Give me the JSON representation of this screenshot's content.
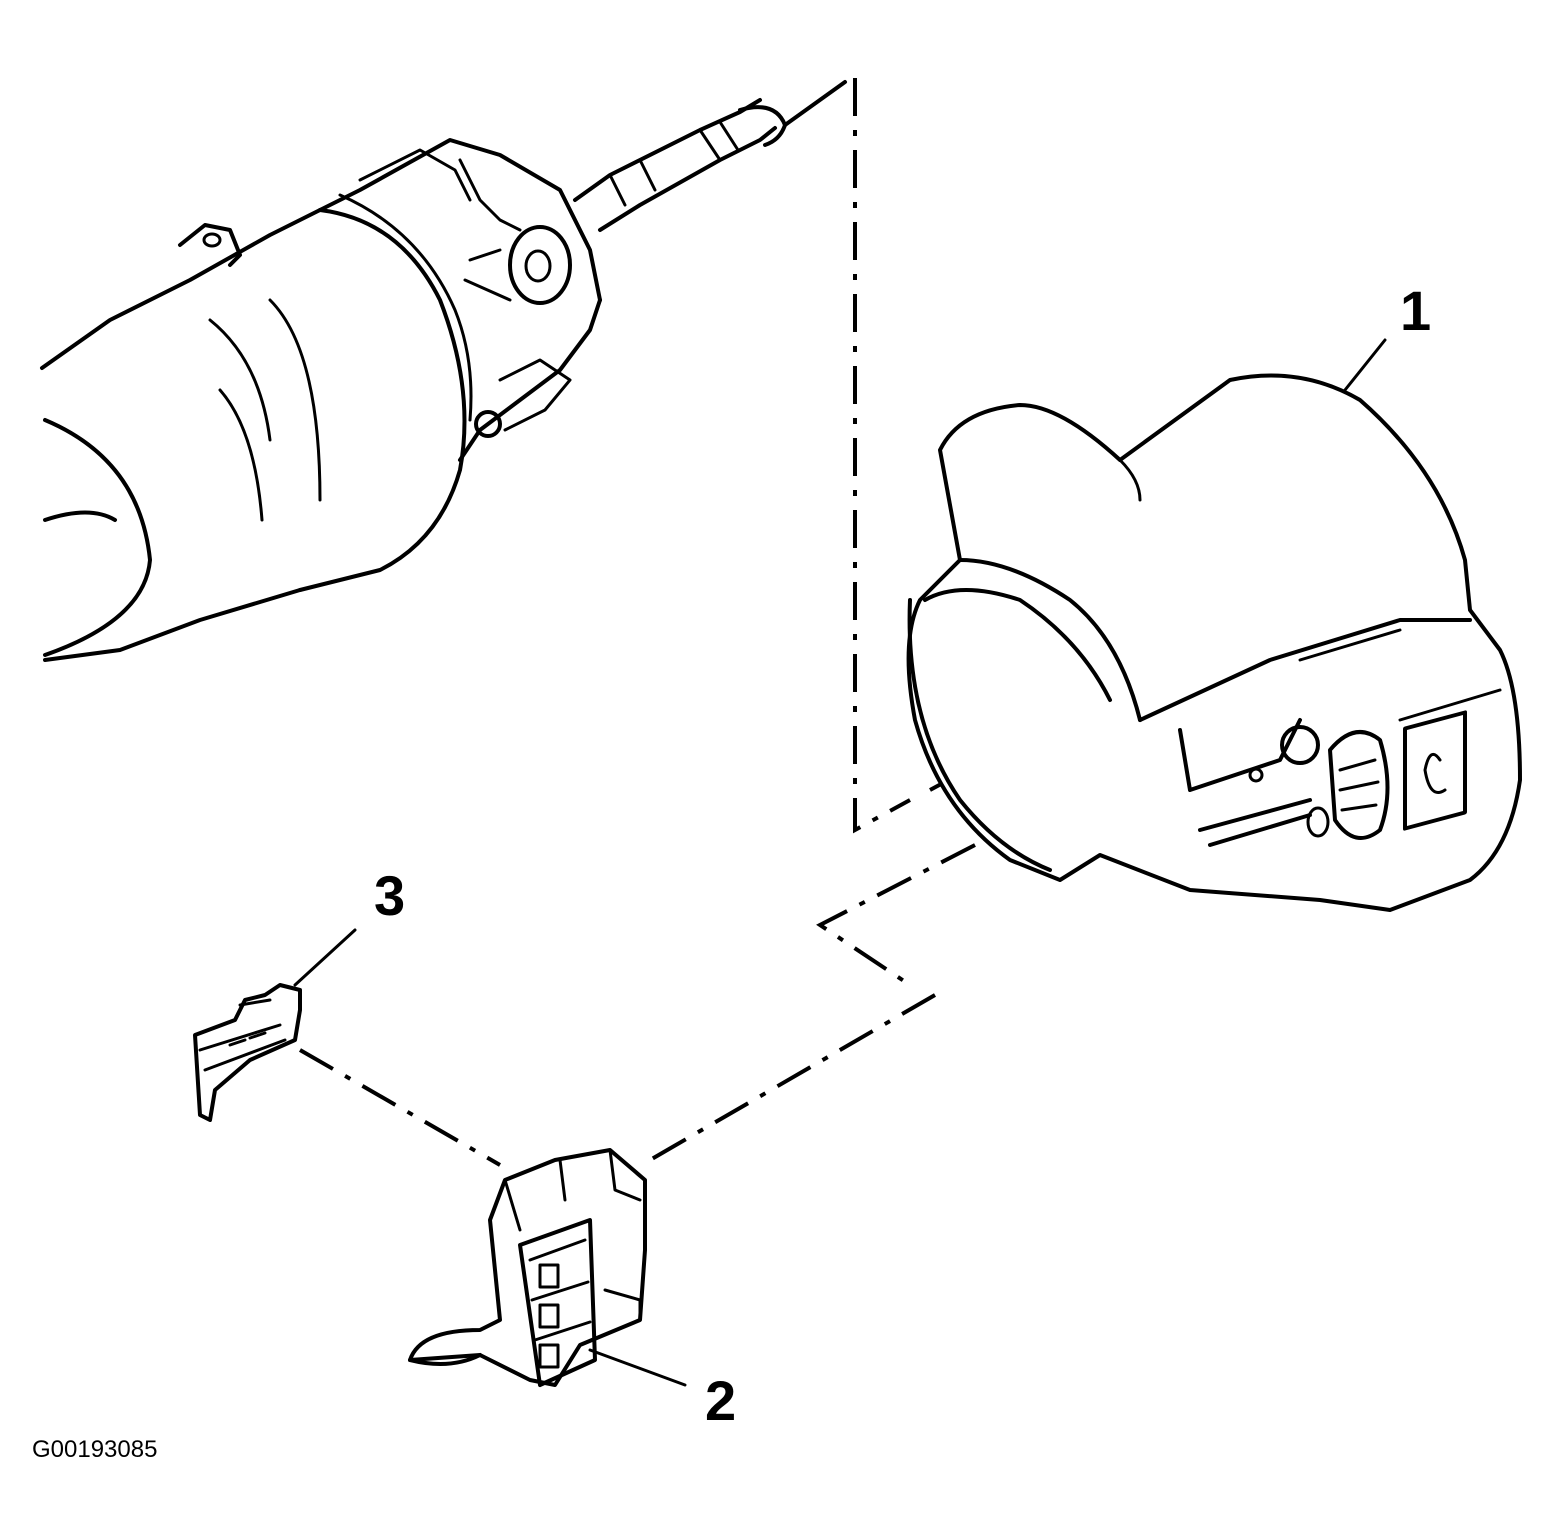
{
  "callouts": {
    "c1": "1",
    "c2": "2",
    "c3": "3"
  },
  "figure_id": "G00193085",
  "parts": [
    {
      "id": 1,
      "icon": "steering-column-cover-icon"
    },
    {
      "id": 2,
      "icon": "connector-housing-icon"
    },
    {
      "id": 3,
      "icon": "connector-clip-icon"
    }
  ],
  "colors": {
    "line": "#000000",
    "background": "#ffffff"
  }
}
